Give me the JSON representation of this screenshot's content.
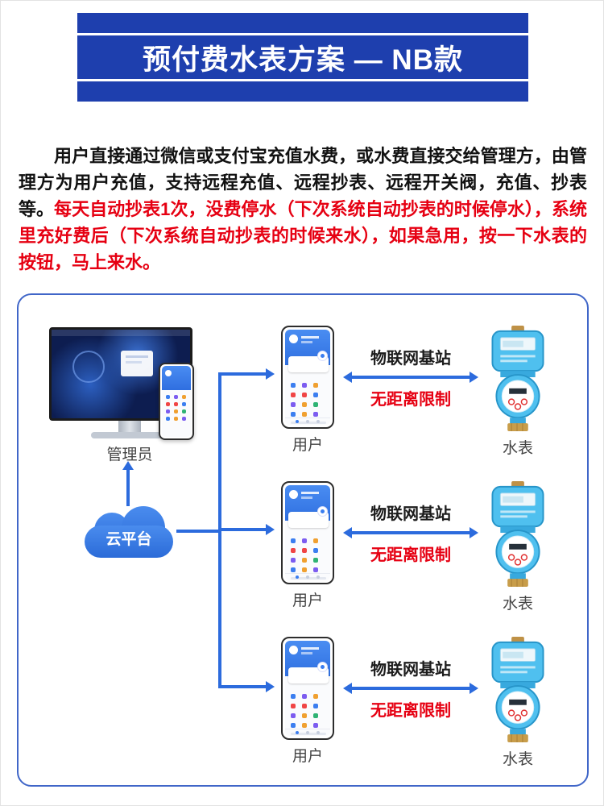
{
  "banner": {
    "title": "预付费水表方案 — NB款",
    "bg_color": "#1e3fae"
  },
  "intro": {
    "text_black": "用户直接通过微信或支付宝充值水费，或水费直接交给管理方，由管理方为用户充值，支持远程充值、远程抄表、远程开关阀，充值、抄表等。",
    "text_red": "每天自动抄表1次，没费停水（下次系统自动抄表的时候停水），系统里充好费后（下次系统自动抄表的时候来水），如果急用，按一下水表的按钮，马上来水。"
  },
  "diagram": {
    "admin": {
      "label": "管理员"
    },
    "cloud": {
      "label": "云平台"
    },
    "rows": [
      {
        "user_label": "用户",
        "station_label": "物联网基站",
        "note_label": "无距离限制",
        "meter_label": "水表"
      },
      {
        "user_label": "用户",
        "station_label": "物联网基站",
        "note_label": "无距离限制",
        "meter_label": "水表"
      },
      {
        "user_label": "用户",
        "station_label": "物联网基站",
        "note_label": "无距离限制",
        "meter_label": "水表"
      }
    ]
  },
  "colors": {
    "banner_bg": "#1e3fae",
    "arrow_blue": "#2c6bdd",
    "frame_blue": "#4066c8",
    "alert_red": "#e60012",
    "meter_cyan": "#4fc0ef"
  }
}
